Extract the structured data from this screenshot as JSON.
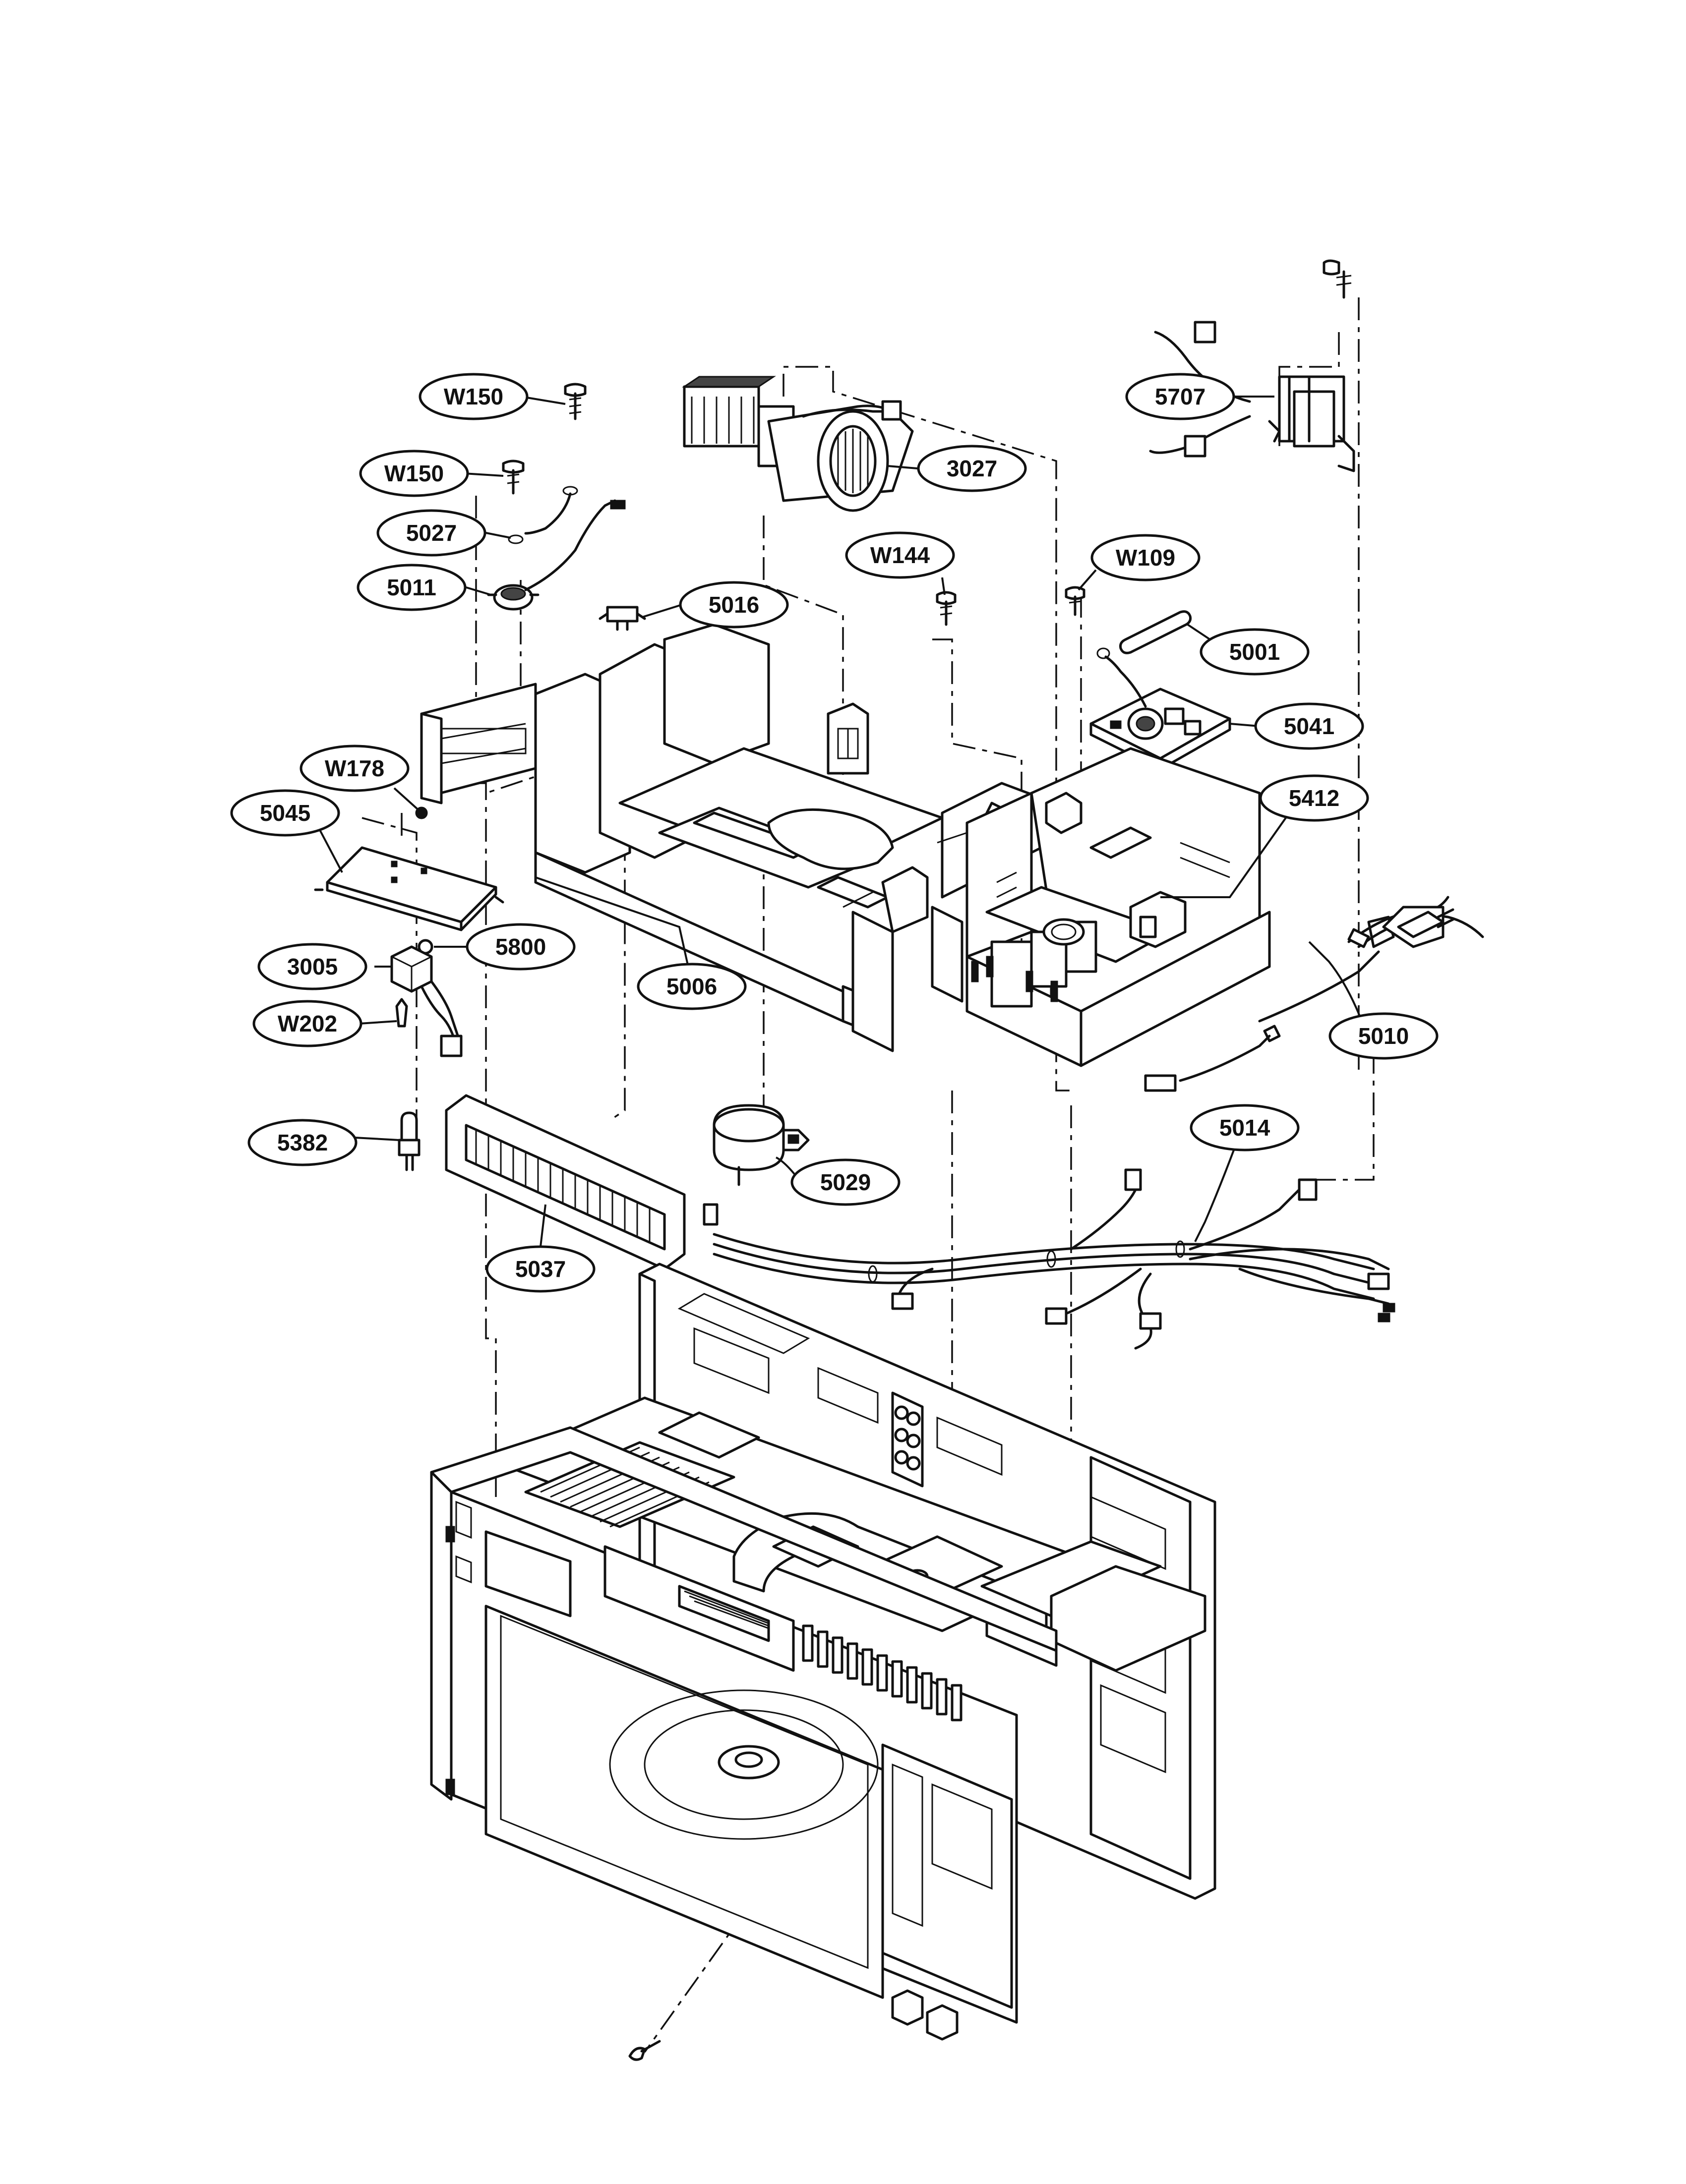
{
  "callouts": {
    "c5707": "5707",
    "c3027": "3027",
    "cW150a": "W150",
    "cW150b": "W150",
    "c5027": "5027",
    "c5011": "5011",
    "c5016": "5016",
    "cW144": "W144",
    "cW109": "W109",
    "c5001": "5001",
    "c5041": "5041",
    "cW178": "W178",
    "c5045": "5045",
    "c5412": "5412",
    "c3005": "3005",
    "c5800": "5800",
    "cW202": "W202",
    "c5006": "5006",
    "c5010": "5010",
    "c5014": "5014",
    "c5382": "5382",
    "c5029": "5029",
    "c5037": "5037"
  }
}
